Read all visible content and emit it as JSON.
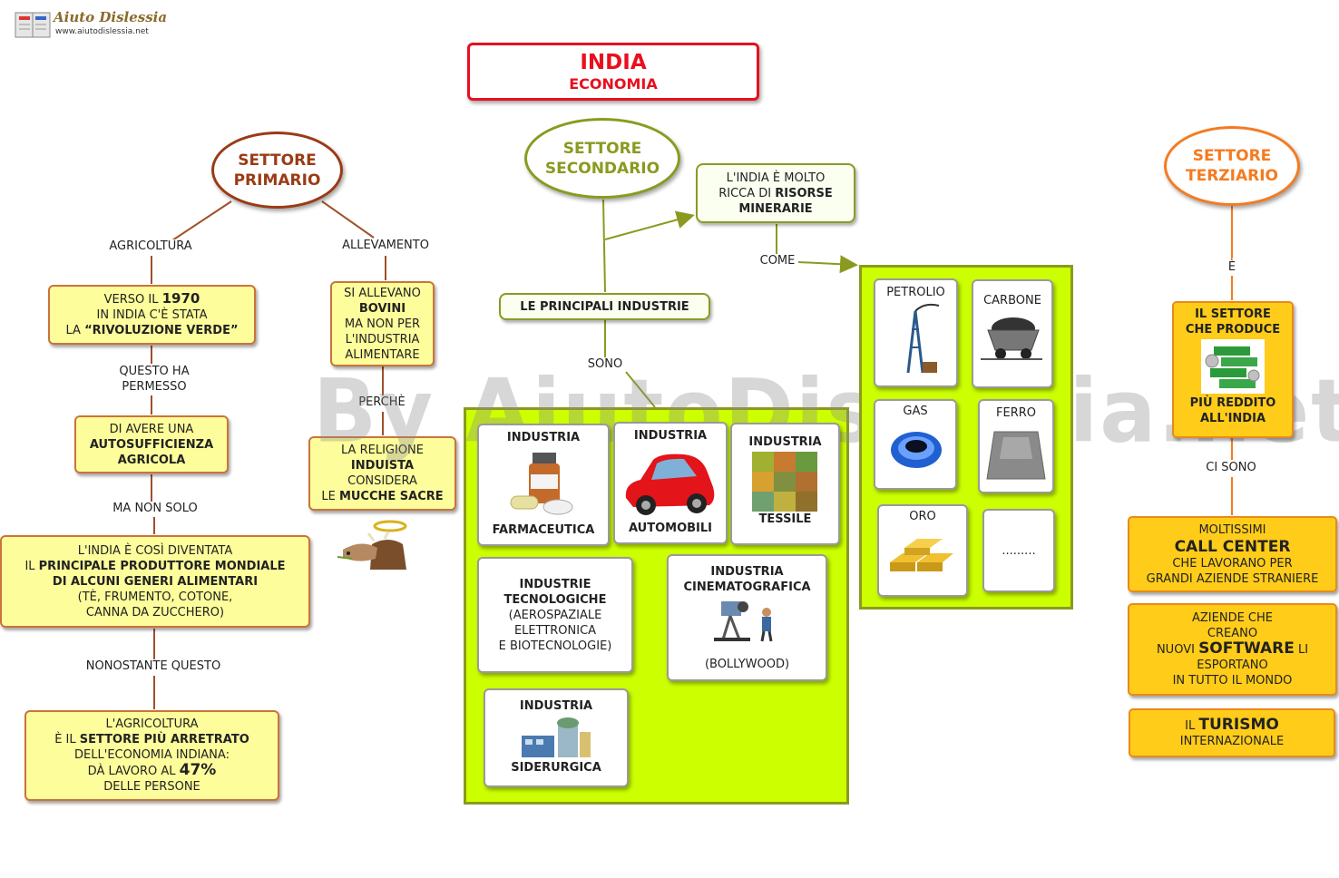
{
  "logo": {
    "name": "Aiuto Dislessia",
    "url": "www.aiutodislessia.net"
  },
  "title": {
    "main": "INDIA",
    "sub": "ECONOMIA"
  },
  "watermark": "By AiutoDislessia.net",
  "primario": {
    "title_l1": "SETTORE",
    "title_l2": "PRIMARIO",
    "agricoltura": "AGRICOLTURA",
    "allevamento": "ALLEVAMENTO",
    "box1": {
      "l1a": "VERSO IL ",
      "l1b": "1970",
      "l2": "IN INDIA C'È STATA",
      "l3a": "LA ",
      "l3b": "“RIVOLUZIONE VERDE”"
    },
    "questo_ha": "QUESTO HA",
    "permesso": "PERMESSO",
    "box2": {
      "l1": "DI AVERE UNA",
      "l2": "AUTOSUFFICIENZA",
      "l3": "AGRICOLA"
    },
    "ma_non_solo": "MA NON SOLO",
    "box3": {
      "l1": "L'INDIA  È  COSÌ  DIVENTATA",
      "l2a": "IL ",
      "l2b": "PRINCIPALE  PRODUTTORE MONDIALE",
      "l3": "DI  ALCUNI GENERI  ALIMENTARI",
      "l4": "(TÈ,  FRUMENTO,  COTONE,",
      "l5": "CANNA DA ZUCCHERO)"
    },
    "nonostante": "NONOSTANTE QUESTO",
    "box4": {
      "l1": "L'AGRICOLTURA",
      "l2a": "È  IL  ",
      "l2b": "SETTORE  PIÙ  ARRETRATO",
      "l3": "DELL'ECONOMIA INDIANA:",
      "l4a": "DÀ LAVORO AL ",
      "l4b": "47%",
      "l5": "DELLE PERSONE"
    },
    "all_box": {
      "l1": "SI ALLEVANO",
      "l2": "BOVINI",
      "l3": "MA NON PER",
      "l4": "L'INDUSTRIA",
      "l5": "ALIMENTARE"
    },
    "perche": "PERCHÈ",
    "rel_box": {
      "l1": "LA RELIGIONE",
      "l2": "INDUISTA",
      "l3": "CONSIDERA",
      "l4a": "LE ",
      "l4b": "MUCCHE SACRE"
    }
  },
  "secondario": {
    "title_l1": "SETTORE",
    "title_l2": "SECONDARIO",
    "risorse": {
      "l1": "L'INDIA  È  MOLTO",
      "l2a": "RICCA  DI  ",
      "l2b": "RISORSE",
      "l3": "MINERARIE"
    },
    "come": "COME",
    "principali": "LE PRINCIPALI INDUSTRIE",
    "sono": "SONO",
    "industrie": {
      "farmaceutica": {
        "l1": "INDUSTRIA",
        "l2": "FARMACEUTICA"
      },
      "automobili": {
        "l1": "INDUSTRIA",
        "l2": "AUTOMOBILI"
      },
      "tessile": {
        "l1": "INDUSTRIA",
        "l2": "TESSILE"
      },
      "tecnologiche": {
        "l1": "INDUSTRIE",
        "l2": "TECNOLOGICHE",
        "l3": "(AEROSPAZIALE",
        "l4": "ELETTRONICA",
        "l5": "E BIOTECNOLOGIE)"
      },
      "cinema": {
        "l1": "INDUSTRIA",
        "l2": "CINEMATOGRAFICA",
        "l3": "(BOLLYWOOD)"
      },
      "siderurgica": {
        "l1": "INDUSTRIA",
        "l2": "SIDERURGICA"
      }
    },
    "minerali": {
      "petrolio": "PETROLIO",
      "carbone": "CARBONE",
      "gas": "GAS",
      "ferro": "FERRO",
      "oro": "ORO",
      "altro": "........."
    }
  },
  "terziario": {
    "title_l1": "SETTORE",
    "title_l2": "TERZIARIO",
    "e": "È",
    "box1": {
      "l1": "IL SETTORE",
      "l2": "CHE PRODUCE",
      "l3": "PIÙ REDDITO",
      "l4": "ALL'INDIA"
    },
    "ci_sono": "CI SONO",
    "box2": {
      "l1": "MOLTISSIMI",
      "l2": "CALL CENTER",
      "l3": "CHE LAVORANO PER",
      "l4": "GRANDI AZIENDE STRANIERE"
    },
    "box3": {
      "l1": "AZIENDE CHE",
      "l2": "CREANO",
      "l3a": "NUOVI ",
      "l3b": "SOFTWARE",
      "l3c": " LI",
      "l4": "ESPORTANO",
      "l5": "IN TUTTO IL MONDO"
    },
    "box4": {
      "l1a": "IL ",
      "l1b": "TURISMO",
      "l2": "INTERNAZIONALE"
    }
  },
  "colors": {
    "title_red": "#e8101e",
    "primario": "#9a3b14",
    "secondario": "#8b9a1f",
    "terziario": "#f47b20",
    "lime": "#ccff00"
  }
}
